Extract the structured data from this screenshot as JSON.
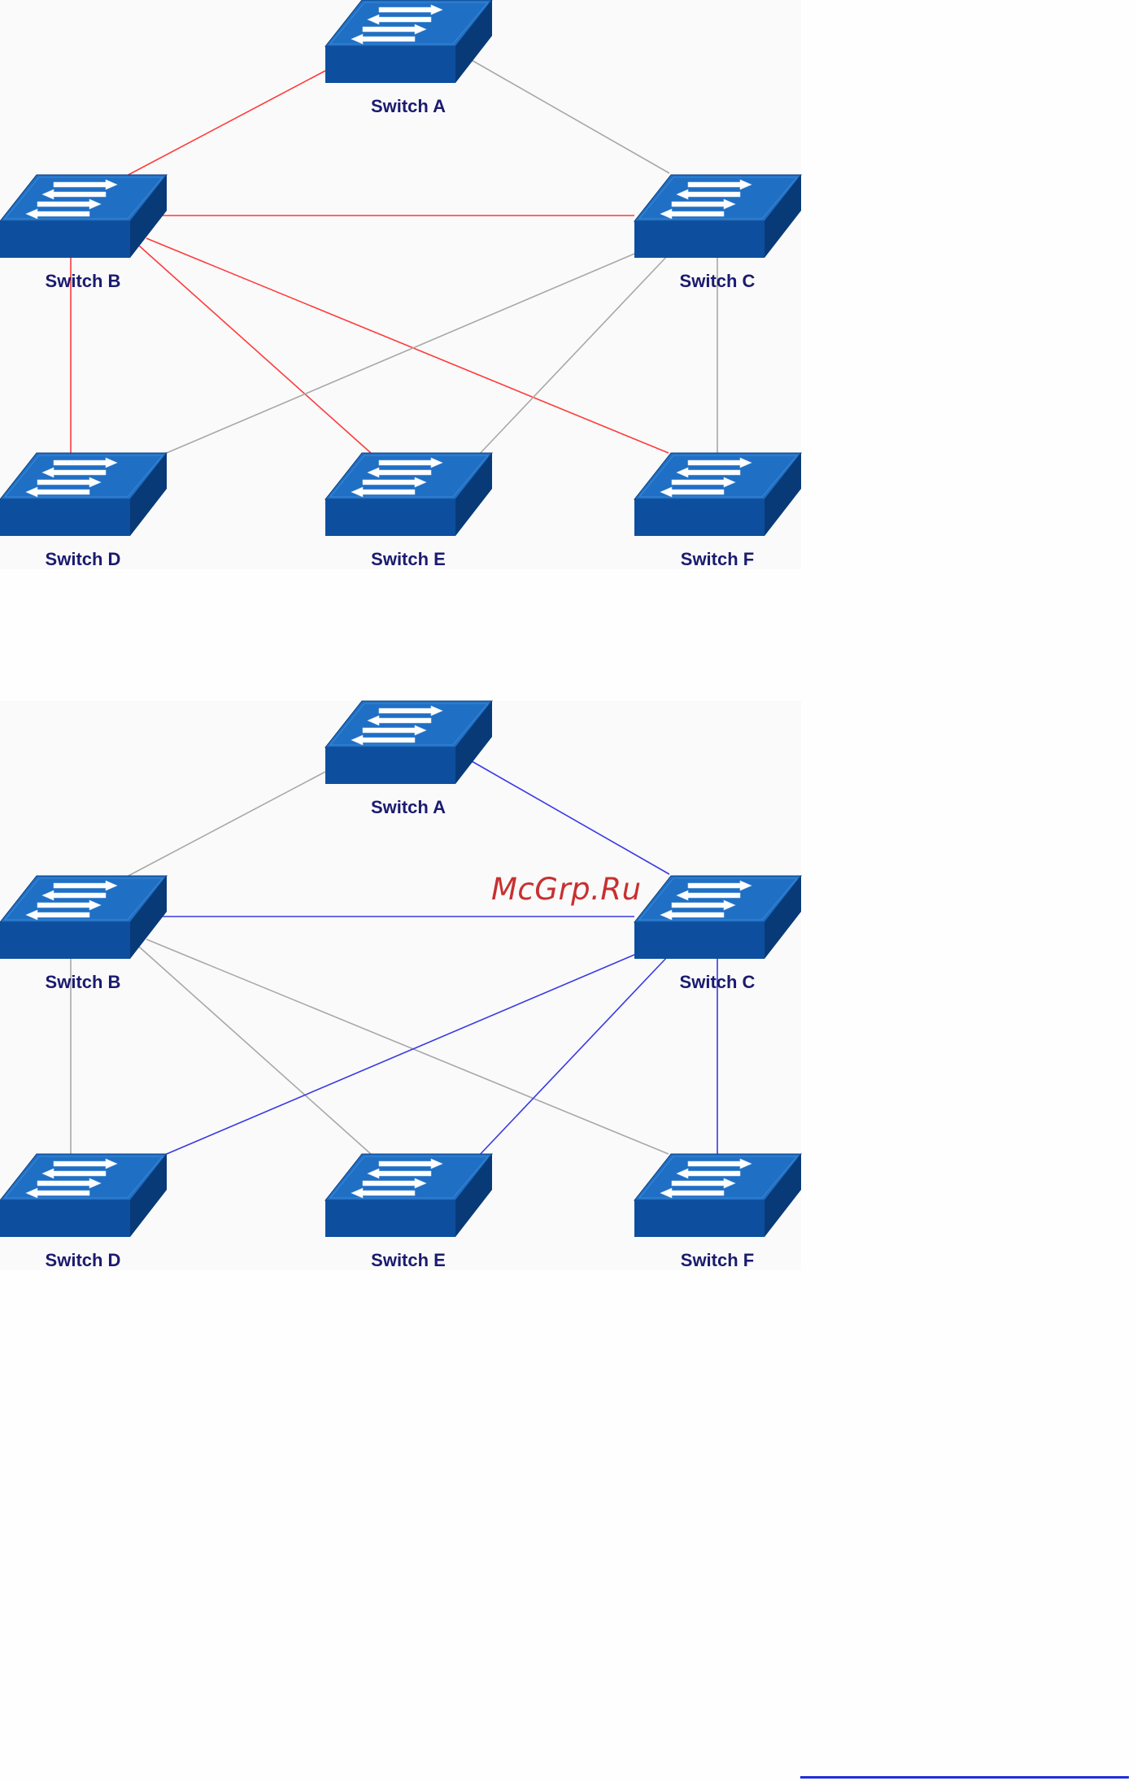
{
  "diagrams": [
    {
      "id": "diagram-1",
      "link_colors": {
        "active": "#ff3b3b",
        "inactive": "#a8a8a8"
      },
      "switches": [
        {
          "key": "A",
          "label": "Switch A"
        },
        {
          "key": "B",
          "label": "Switch B"
        },
        {
          "key": "C",
          "label": "Switch C"
        },
        {
          "key": "D",
          "label": "Switch D"
        },
        {
          "key": "E",
          "label": "Switch E"
        },
        {
          "key": "F",
          "label": "Switch F"
        }
      ],
      "links": [
        {
          "from": "A",
          "to": "B",
          "state": "active"
        },
        {
          "from": "A",
          "to": "C",
          "state": "inactive"
        },
        {
          "from": "B",
          "to": "C",
          "state": "active"
        },
        {
          "from": "B",
          "to": "D",
          "state": "active"
        },
        {
          "from": "B",
          "to": "E",
          "state": "active"
        },
        {
          "from": "B",
          "to": "F",
          "state": "active"
        },
        {
          "from": "C",
          "to": "D",
          "state": "inactive"
        },
        {
          "from": "C",
          "to": "E",
          "state": "inactive"
        },
        {
          "from": "C",
          "to": "F",
          "state": "inactive"
        }
      ]
    },
    {
      "id": "diagram-2",
      "link_colors": {
        "active": "#3a3ae6",
        "inactive": "#a8a8a8"
      },
      "switches": [
        {
          "key": "A",
          "label": "Switch A"
        },
        {
          "key": "B",
          "label": "Switch B"
        },
        {
          "key": "C",
          "label": "Switch C"
        },
        {
          "key": "D",
          "label": "Switch D"
        },
        {
          "key": "E",
          "label": "Switch E"
        },
        {
          "key": "F",
          "label": "Switch F"
        }
      ],
      "links": [
        {
          "from": "A",
          "to": "B",
          "state": "inactive"
        },
        {
          "from": "A",
          "to": "C",
          "state": "active"
        },
        {
          "from": "B",
          "to": "C",
          "state": "active"
        },
        {
          "from": "B",
          "to": "D",
          "state": "inactive"
        },
        {
          "from": "B",
          "to": "E",
          "state": "inactive"
        },
        {
          "from": "B",
          "to": "F",
          "state": "inactive"
        },
        {
          "from": "C",
          "to": "D",
          "state": "active"
        },
        {
          "from": "C",
          "to": "E",
          "state": "active"
        },
        {
          "from": "C",
          "to": "F",
          "state": "active"
        }
      ]
    }
  ],
  "watermark": "McGrp.Ru",
  "colors": {
    "switch_top": "#1f6fc4",
    "switch_front": "#0d4f9e",
    "switch_side": "#083a78",
    "label": "#1b1b70",
    "watermark": "#c83030"
  }
}
